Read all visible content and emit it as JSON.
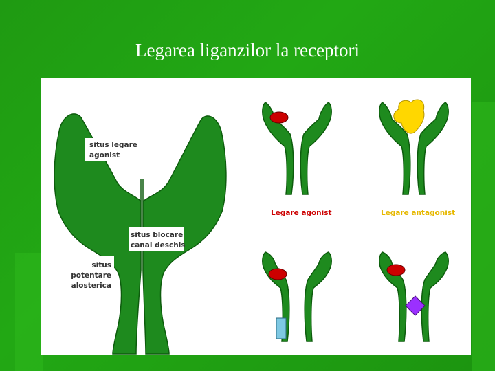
{
  "slide": {
    "title": "Legarea liganzilor la receptori"
  },
  "diagram": {
    "labels": {
      "agonist_site_line1": "situs legare",
      "agonist_site_line2": "agonist",
      "blocking_site_line1": "situs blocare",
      "blocking_site_line2": "canal deschis",
      "allosteric_line1": "situs",
      "allosteric_line2": "potentare",
      "allosteric_line3": "alosterica",
      "agonist_binding": "Legare agonist",
      "antagonist_binding": "Legare antagonist"
    },
    "colors": {
      "receptor": "#1e8a1e",
      "agonist": "#cc0000",
      "antagonist": "#ffd700",
      "blocker": "#7ec8e3",
      "allosteric_modulator": "#9b30ff",
      "agonist_label": "#cc0000",
      "antagonist_label": "#e6b800"
    }
  }
}
